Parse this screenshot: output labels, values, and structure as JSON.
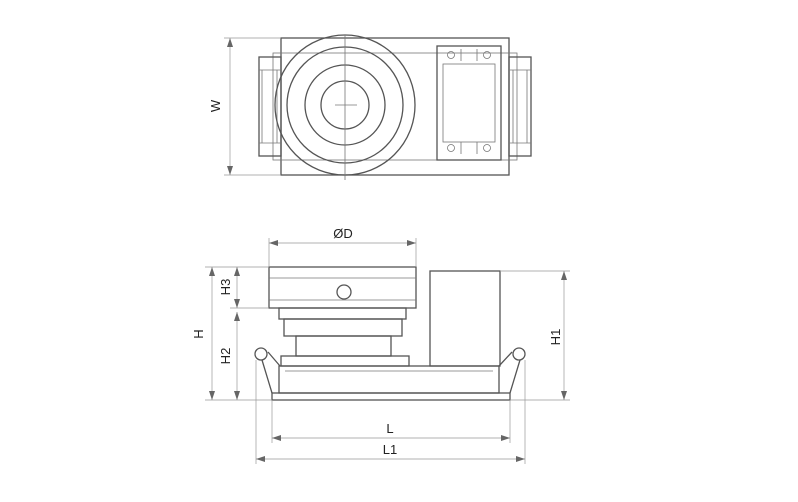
{
  "drawing": {
    "stroke_color": "#555555",
    "dimension_color": "#999999",
    "background": "#ffffff"
  },
  "labels": {
    "width": "W",
    "diameter": "ØD",
    "height": "H",
    "height_2": "H2",
    "height_3": "H3",
    "height_1": "H1",
    "length": "L",
    "length_1": "L1"
  }
}
